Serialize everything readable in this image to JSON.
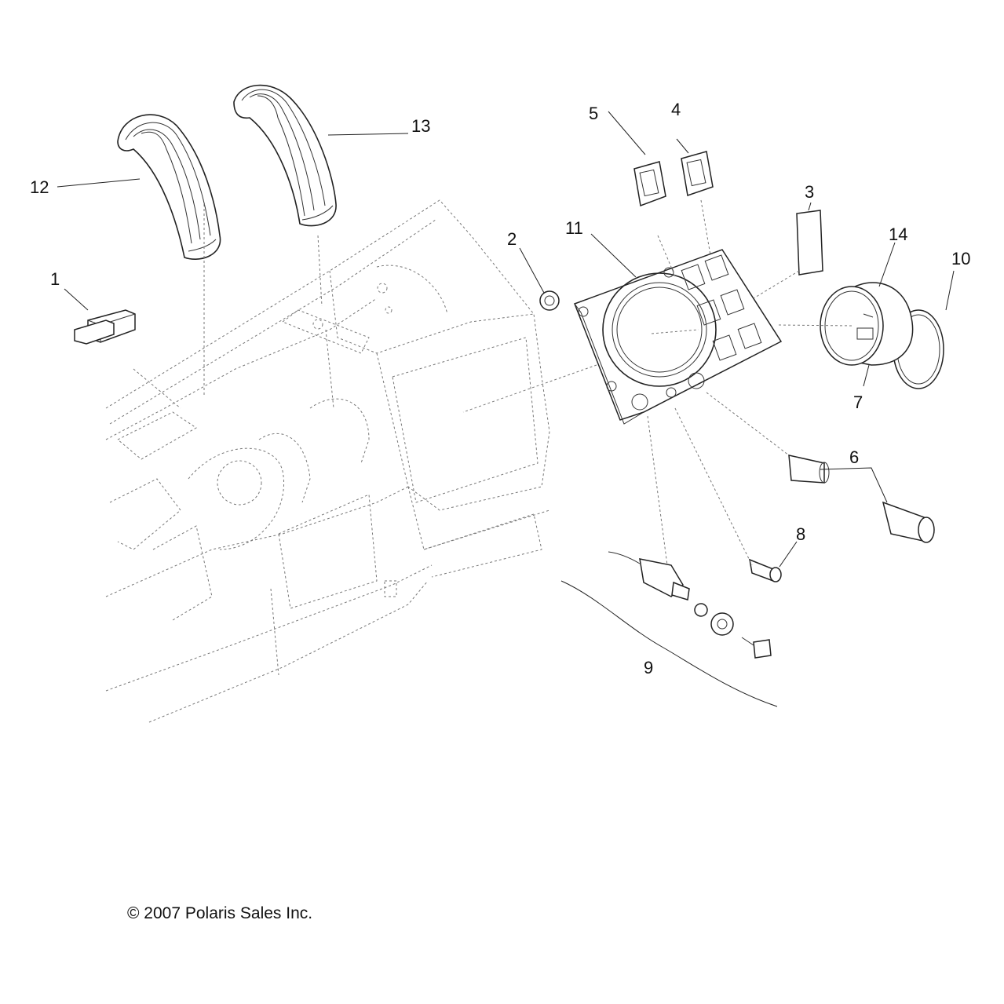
{
  "diagram": {
    "copyright": "© 2007 Polaris Sales Inc.",
    "callouts": [
      {
        "id": "1",
        "text": "1"
      },
      {
        "id": "2",
        "text": "2"
      },
      {
        "id": "3",
        "text": "3"
      },
      {
        "id": "4",
        "text": "4"
      },
      {
        "id": "5",
        "text": "5"
      },
      {
        "id": "6",
        "text": "6"
      },
      {
        "id": "7",
        "text": "7"
      },
      {
        "id": "8",
        "text": "8"
      },
      {
        "id": "9",
        "text": "9"
      },
      {
        "id": "10",
        "text": "10"
      },
      {
        "id": "11",
        "text": "11"
      },
      {
        "id": "12",
        "text": "12"
      },
      {
        "id": "13",
        "text": "13"
      },
      {
        "id": "14",
        "text": "14"
      }
    ]
  }
}
